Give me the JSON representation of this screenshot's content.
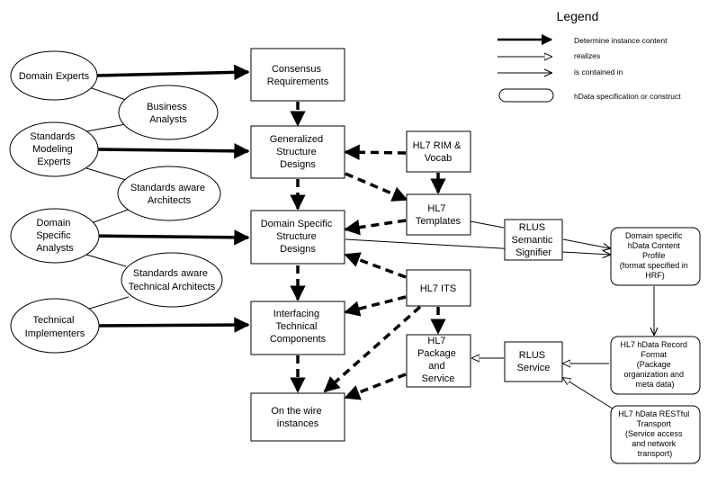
{
  "legend": {
    "title": "Legend",
    "determine": "Determine instance content",
    "realizes": "realizes",
    "contained": "is contained in",
    "hdata": "hData specification or construct"
  },
  "actors": {
    "domain_experts": [
      "Domain Experts"
    ],
    "business_analysts": [
      "Business",
      "Analysts"
    ],
    "standards_modeling_experts": [
      "Standards",
      "Modeling",
      "Experts"
    ],
    "standards_aware_architects": [
      "Standards aware",
      "Architects"
    ],
    "domain_specific_analysts": [
      "Domain",
      "Specific",
      "Analysts"
    ],
    "standards_aware_technical_architects": [
      "Standards aware",
      "Technical Architects"
    ],
    "technical_implementers": [
      "Technical",
      "Implementers"
    ]
  },
  "artifacts": {
    "consensus_requirements": [
      "Consensus",
      "Requirements"
    ],
    "generalized_structure_designs": [
      "Generalized",
      "Structure",
      "Designs"
    ],
    "domain_specific_structure_designs": [
      "Domain Specific",
      "Structure",
      "Designs"
    ],
    "interfacing_technical_components": [
      "Interfacing",
      "Technical",
      "Components"
    ],
    "on_the_wire_instances": [
      "On the wire",
      "instances"
    ],
    "hl7_rim_vocab": [
      "HL7 RIM &",
      "Vocab"
    ],
    "hl7_templates": [
      "HL7",
      "Templates"
    ],
    "hl7_its": [
      "HL7 ITS"
    ],
    "hl7_package_service": [
      "HL7",
      "Package",
      "and",
      "Service"
    ],
    "rlus_semantic_signifier": [
      "RLUS",
      "Semantic",
      "Signifier"
    ],
    "rlus_service": [
      "RLUS",
      "Service"
    ]
  },
  "hdata": {
    "content_profile": [
      "Domain specific",
      "hData Content",
      "Profile",
      "(format specified in",
      "HRF)"
    ],
    "record_format": [
      "HL7 hData Record",
      "Format",
      "(Package",
      "organization and",
      "meta data)"
    ],
    "restful_transport": [
      "HL7 hData RESTful",
      "Transport",
      "(Service access",
      "and network",
      "transport)"
    ]
  },
  "colors": {
    "stroke": "#000000",
    "fill": "#ffffff"
  }
}
